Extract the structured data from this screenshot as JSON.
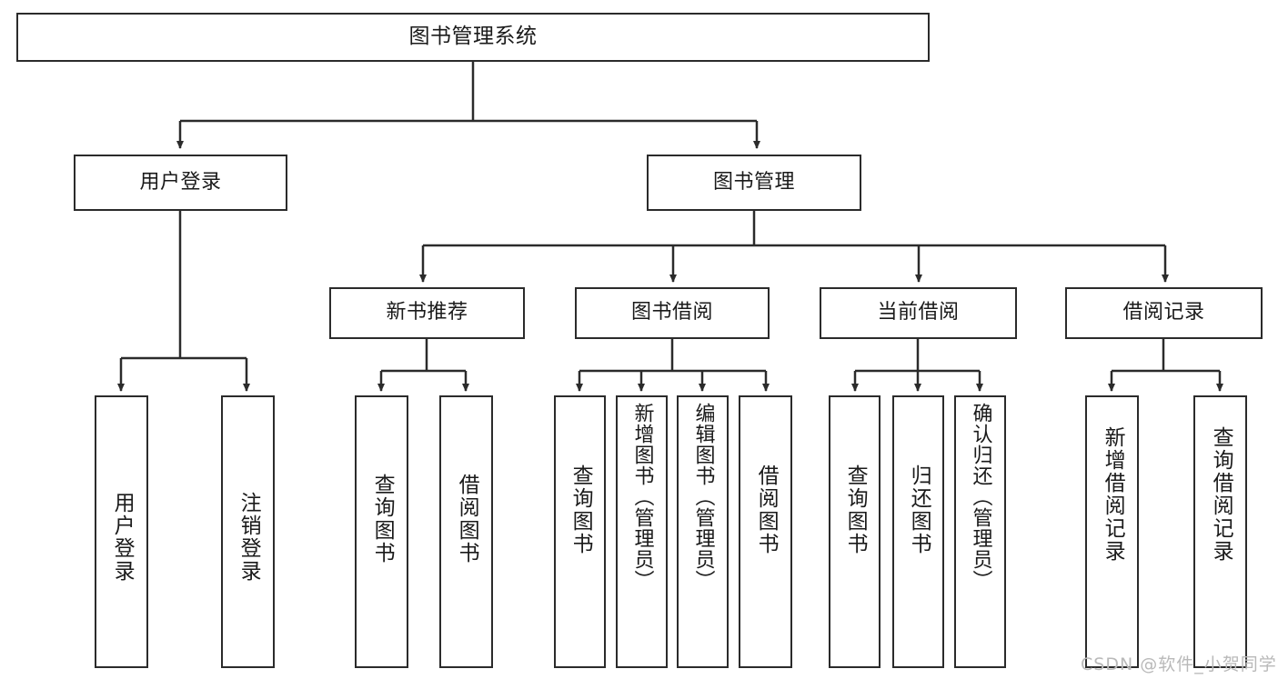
{
  "diagram": {
    "title": "图书管理系统",
    "type": "tree",
    "watermark": "CSDN @软件_小贺同学",
    "colors": {
      "stroke": "#2b2b2b",
      "fill": "#ffffff",
      "text": "#1a1a1a",
      "watermark": "#b9b9b9"
    },
    "levels": {
      "root": {
        "label": "图书管理系统"
      },
      "level1": [
        {
          "label": "用户登录"
        },
        {
          "label": "图书管理"
        }
      ],
      "level2": [
        {
          "label": "新书推荐"
        },
        {
          "label": "图书借阅"
        },
        {
          "label": "当前借阅"
        },
        {
          "label": "借阅记录"
        }
      ],
      "leaves": {
        "user_login": [
          {
            "label": "用户登录"
          },
          {
            "label": "注销登录"
          }
        ],
        "new_book_recommend": [
          {
            "label": "查询图书"
          },
          {
            "label": "借阅图书"
          }
        ],
        "book_borrow": [
          {
            "label": "查询图书"
          },
          {
            "label": "新增图书（管理员）"
          },
          {
            "label": "编辑图书（管理员）"
          },
          {
            "label": "借阅图书"
          }
        ],
        "current_borrow": [
          {
            "label": "查询图书"
          },
          {
            "label": "归还图书"
          },
          {
            "label": "确认归还（管理员）"
          }
        ],
        "borrow_record": [
          {
            "label": "新增借阅记录"
          },
          {
            "label": "查询借阅记录"
          }
        ]
      }
    }
  }
}
